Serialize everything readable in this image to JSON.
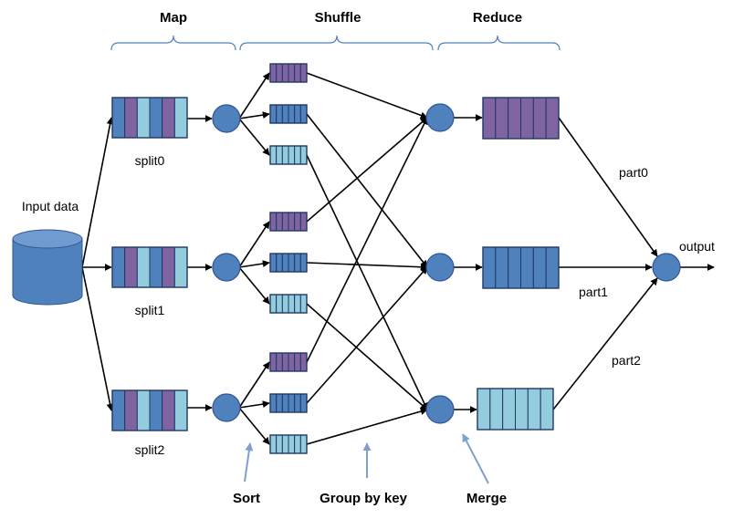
{
  "phases": {
    "map": "Map",
    "shuffle": "Shuffle",
    "reduce": "Reduce"
  },
  "input_label": "Input data",
  "splits": [
    "split0",
    "split1",
    "split2"
  ],
  "parts": [
    "part0",
    "part1",
    "part2"
  ],
  "output_label": "output",
  "annotations": {
    "sort": "Sort",
    "group": "Group by key",
    "merge": "Merge"
  },
  "colors": {
    "blue": "#4f81bd",
    "purple": "#8064a2",
    "light_blue": "#93cddd",
    "stroke": "#1f3864",
    "bracket": "#4f81bd",
    "pointer": "#7f9fcf"
  }
}
